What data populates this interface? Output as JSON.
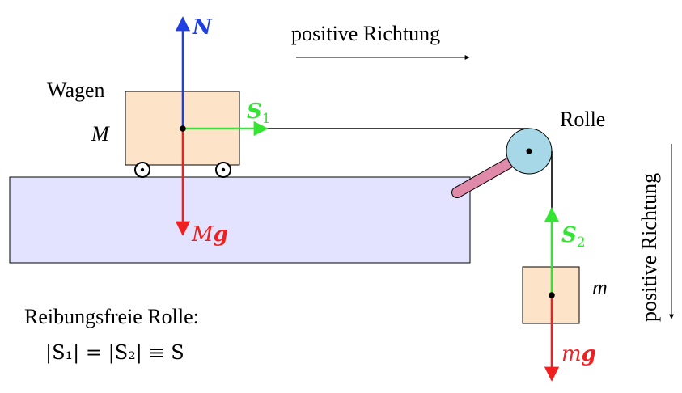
{
  "labels": {
    "wagen": "Wagen",
    "wagen_mass": "M",
    "rolle": "Rolle",
    "normal_force": "N",
    "tension1_base": "S",
    "tension1_sub": "1",
    "tension2_base": "S",
    "tension2_sub": "2",
    "weight_wagen_scalar": "M",
    "weight_wagen_vector": "g",
    "block_mass": "m",
    "weight_block_scalar": "m",
    "weight_block_vector": "g",
    "direction_horizontal": "positive Richtung",
    "direction_vertical": "positive Richtung",
    "note_title": "Reibungsfreie Rolle:",
    "note_formula": "|S₁| = |S₂| ≡ S"
  },
  "colors": {
    "table_fill": "#e3e3ff",
    "block_fill": "#fde3c8",
    "pulley_fill": "#a6d8e8",
    "arm_fill": "#e08aaa",
    "normal": "#1f3fe0",
    "tension": "#33e433",
    "weight": "#f02020"
  }
}
